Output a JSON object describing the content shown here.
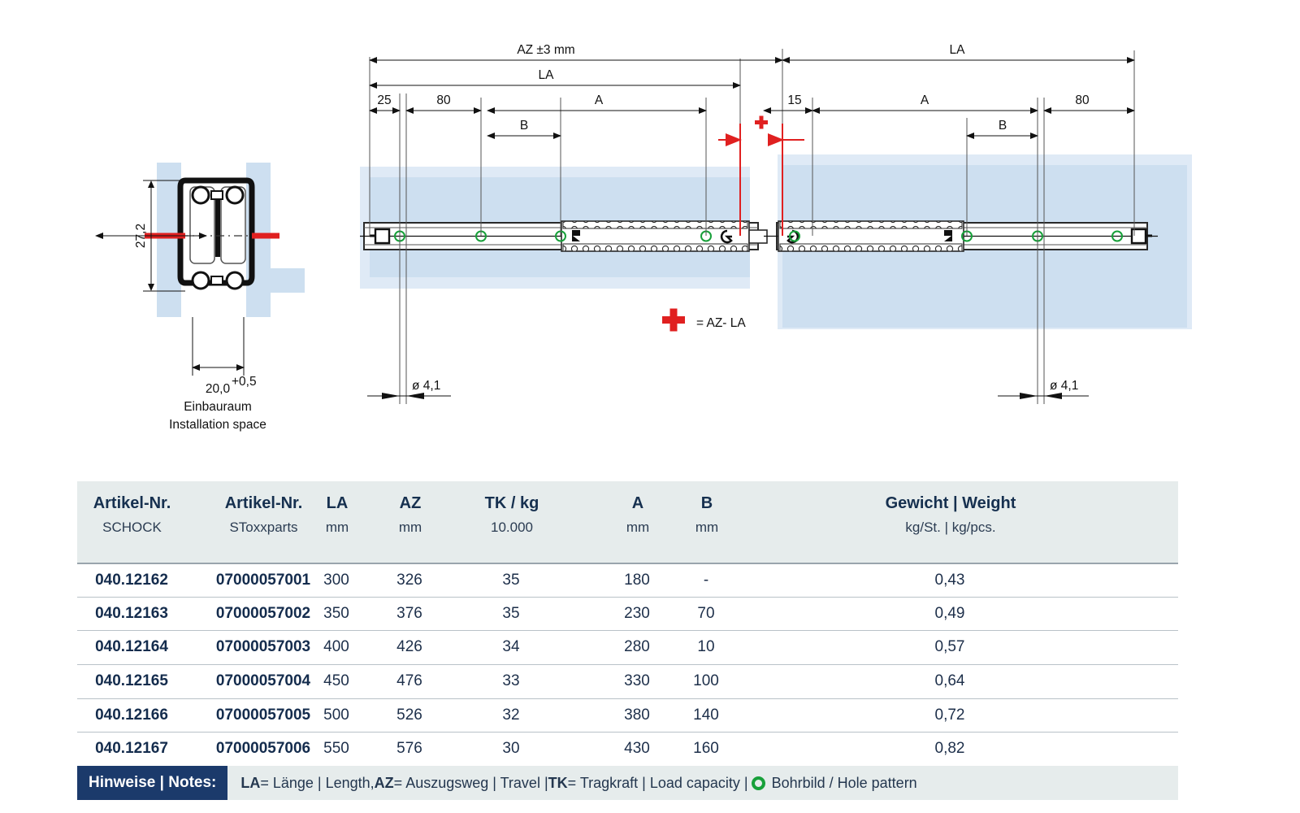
{
  "drawing": {
    "cross_section": {
      "height_label": "27,2",
      "width_label": "20,0",
      "width_tolerance": "+0,5",
      "caption_de": "Einbauraum",
      "caption_en": "Installation space"
    },
    "dimensions": {
      "az": "AZ ±3 mm",
      "la_left": "LA",
      "la_right": "LA",
      "d25": "25",
      "d80_left": "80",
      "d80_right": "80",
      "d15": "15",
      "a_left": "A",
      "a_right": "A",
      "b_left": "B",
      "b_right": "B",
      "hole_left": "ø 4,1",
      "hole_right": "ø 4,1"
    },
    "legend": {
      "plus_symbol": "+",
      "plus_formula": "= AZ- LA"
    }
  },
  "table": {
    "headers": [
      {
        "main": "Artikel-Nr.",
        "sub": "SCHOCK"
      },
      {
        "main": "Artikel-Nr.",
        "sub": "SToxxparts"
      },
      {
        "main": "LA",
        "sub": "mm"
      },
      {
        "main": "AZ",
        "sub": "mm"
      },
      {
        "main": "TK / kg",
        "sub": "10.000"
      },
      {
        "main": "A",
        "sub": "mm"
      },
      {
        "main": "B",
        "sub": "mm"
      },
      {
        "main": "Gewicht | Weight",
        "sub": "kg/St. | kg/pcs."
      }
    ],
    "rows": [
      {
        "schock": "040.12162",
        "stoxx": "07000057001",
        "la": "300",
        "az": "326",
        "tk": "35",
        "a": "180",
        "b": "-",
        "weight": "0,43"
      },
      {
        "schock": "040.12163",
        "stoxx": "07000057002",
        "la": "350",
        "az": "376",
        "tk": "35",
        "a": "230",
        "b": "70",
        "weight": "0,49"
      },
      {
        "schock": "040.12164",
        "stoxx": "07000057003",
        "la": "400",
        "az": "426",
        "tk": "34",
        "a": "280",
        "b": "10",
        "weight": "0,57"
      },
      {
        "schock": "040.12165",
        "stoxx": "07000057004",
        "la": "450",
        "az": "476",
        "tk": "33",
        "a": "330",
        "b": "100",
        "weight": "0,64"
      },
      {
        "schock": "040.12166",
        "stoxx": "07000057005",
        "la": "500",
        "az": "526",
        "tk": "32",
        "a": "380",
        "b": "140",
        "weight": "0,72"
      },
      {
        "schock": "040.12167",
        "stoxx": "07000057006",
        "la": "550",
        "az": "576",
        "tk": "30",
        "a": "430",
        "b": "160",
        "weight": "0,82"
      }
    ]
  },
  "notes": {
    "label": "Hinweise | Notes:",
    "la_key": "LA",
    "la_text": " = Länge | Length, ",
    "az_key": "AZ",
    "az_text": " = Auszugsweg | Travel | ",
    "tk_key": "TK",
    "tk_text": " = Tragkraft | Load capacity | ",
    "hole_text": "Bohrbild / Hole pattern"
  },
  "colors": {
    "accent_navy": "#1b3a6b",
    "header_bg": "#e6ecec",
    "red": "#e02020",
    "green": "#18a03a",
    "panel_blue": "#cddff0",
    "panel_blue_light": "#dfeaf6"
  }
}
